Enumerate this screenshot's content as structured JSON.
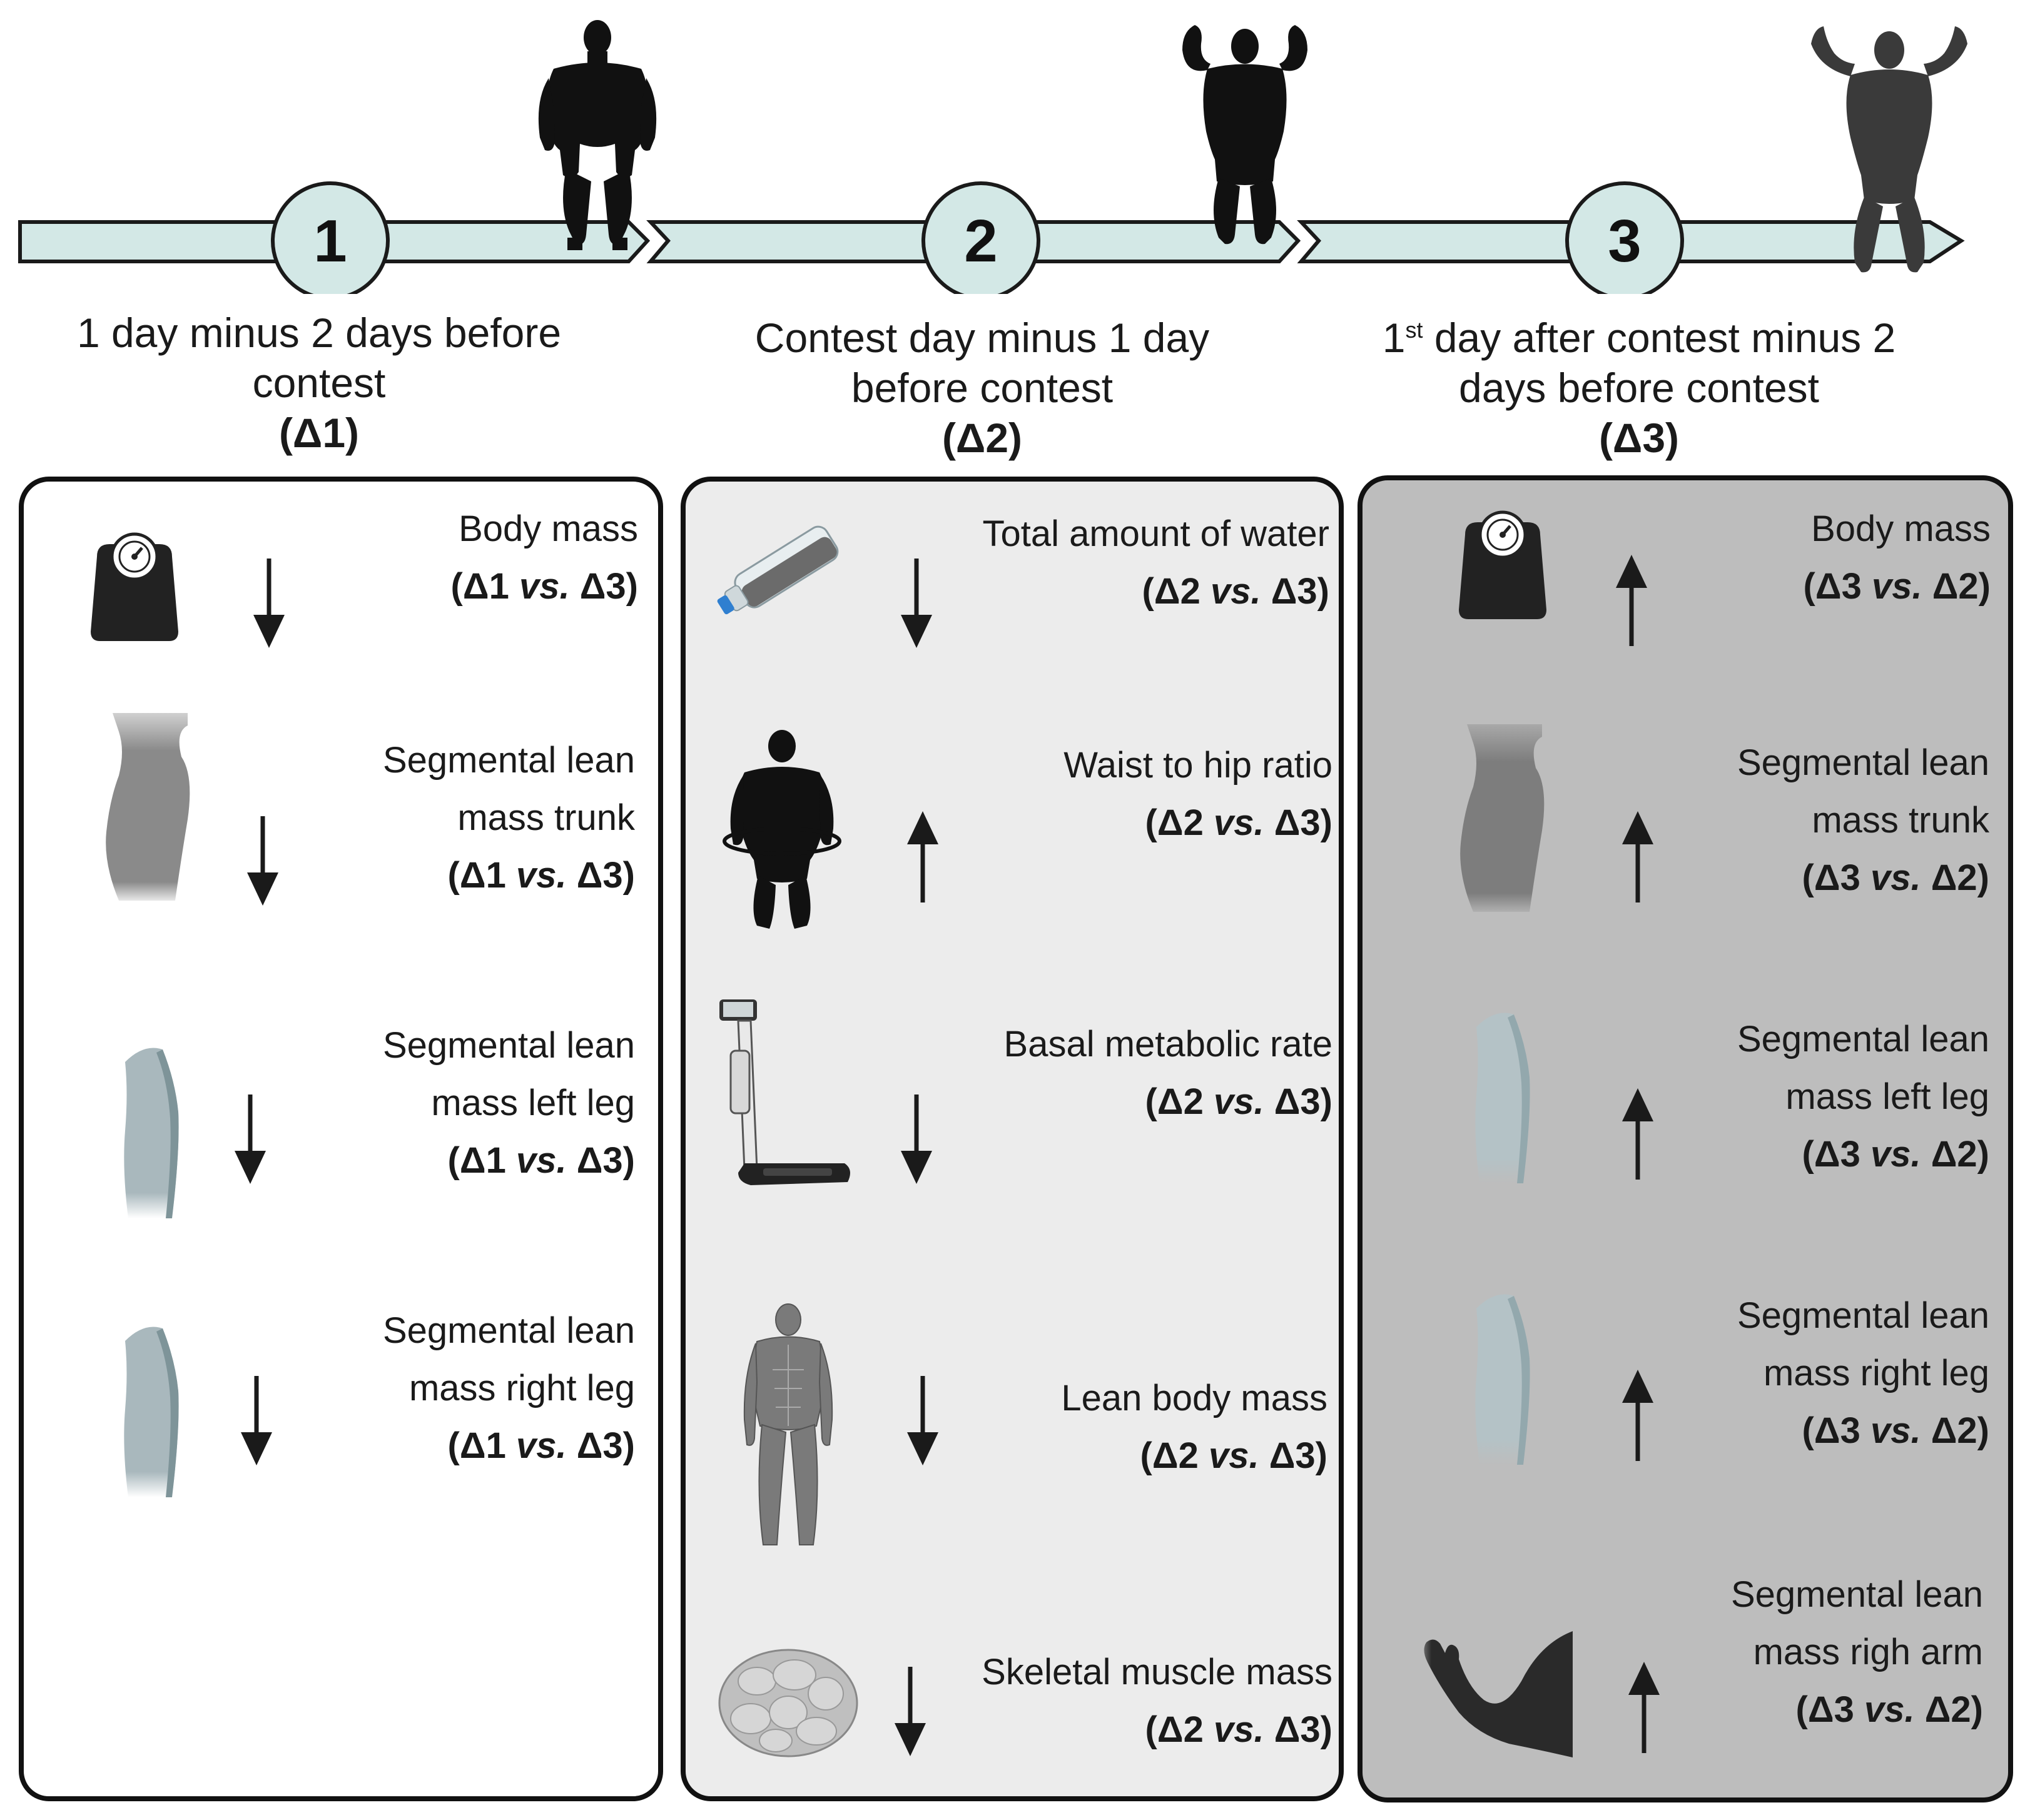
{
  "timeline": {
    "steps": [
      {
        "number": "1",
        "label_line1": "1 day minus 2 days before",
        "label_line2": "contest",
        "delta": "(Δ1)"
      },
      {
        "number": "2",
        "label_line1": "Contest day minus 1 day",
        "label_line2": "before contest",
        "delta": "(Δ2)"
      },
      {
        "number": "3",
        "label_line1_pre": "1",
        "label_line1_sup": "st",
        "label_line1_post": " day after contest minus 2",
        "label_line2": "days before contest",
        "delta": "(Δ3)"
      }
    ]
  },
  "colors": {
    "arrow_fill": "#d3e8e6",
    "panel1_bg": "#ffffff",
    "panel2_bg": "#ececec",
    "panel3_bg": "#bdbdbd",
    "silhouette": "#111111"
  },
  "panels": [
    {
      "items": [
        {
          "line1": "Body mass",
          "line2": "",
          "cmp_a": "Δ1",
          "cmp_vs": "vs.",
          "cmp_b": "Δ3",
          "direction": "down",
          "icon": "scale-icon"
        },
        {
          "line1": "Segmental lean",
          "line2": "mass trunk",
          "cmp_a": "Δ1",
          "cmp_vs": "vs.",
          "cmp_b": "Δ3",
          "direction": "down",
          "icon": "trunk-icon"
        },
        {
          "line1": "Segmental lean",
          "line2": "mass left leg",
          "cmp_a": "Δ1",
          "cmp_vs": "vs.",
          "cmp_b": "Δ3",
          "direction": "down",
          "icon": "leg-icon"
        },
        {
          "line1": "Segmental lean",
          "line2": "mass right leg",
          "cmp_a": "Δ1",
          "cmp_vs": "vs.",
          "cmp_b": "Δ3",
          "direction": "down",
          "icon": "leg-icon"
        }
      ]
    },
    {
      "items": [
        {
          "line1": "Total amount of water",
          "line2": "",
          "cmp_a": "Δ2",
          "cmp_vs": "vs.",
          "cmp_b": "Δ3",
          "direction": "down",
          "icon": "water-bottle-icon"
        },
        {
          "line1": "Waist to hip ratio",
          "line2": "",
          "cmp_a": "Δ2",
          "cmp_vs": "vs.",
          "cmp_b": "Δ3",
          "direction": "up",
          "icon": "hula-hoop-figure-icon"
        },
        {
          "line1": "Basal metabolic rate",
          "line2": "",
          "cmp_a": "Δ2",
          "cmp_vs": "vs.",
          "cmp_b": "Δ3",
          "direction": "down",
          "icon": "body-composition-analyzer-icon"
        },
        {
          "line1": "Lean body mass",
          "line2": "",
          "cmp_a": "Δ2",
          "cmp_vs": "vs.",
          "cmp_b": "Δ3",
          "direction": "down",
          "icon": "muscle-anatomy-icon"
        },
        {
          "line1": "Skeletal muscle mass",
          "line2": "",
          "cmp_a": "Δ2",
          "cmp_vs": "vs.",
          "cmp_b": "Δ3",
          "direction": "down",
          "icon": "muscle-tissue-icon"
        }
      ]
    },
    {
      "items": [
        {
          "line1": "Body mass",
          "line2": "",
          "cmp_a": "Δ3",
          "cmp_vs": "vs.",
          "cmp_b": "Δ2",
          "direction": "up",
          "icon": "scale-icon"
        },
        {
          "line1": "Segmental lean",
          "line2": "mass trunk",
          "cmp_a": "Δ3",
          "cmp_vs": "vs.",
          "cmp_b": "Δ2",
          "direction": "up",
          "icon": "trunk-icon"
        },
        {
          "line1": "Segmental lean",
          "line2": "mass  left leg",
          "cmp_a": "Δ3",
          "cmp_vs": "vs.",
          "cmp_b": "Δ2",
          "direction": "up",
          "icon": "leg-icon"
        },
        {
          "line1": "Segmental lean",
          "line2": "mass  right leg",
          "cmp_a": "Δ3",
          "cmp_vs": "vs.",
          "cmp_b": "Δ2",
          "direction": "up",
          "icon": "leg-icon"
        },
        {
          "line1": "Segmental lean",
          "line2": "mass  righ arm",
          "cmp_a": "Δ3",
          "cmp_vs": "vs.",
          "cmp_b": "Δ2",
          "direction": "up",
          "icon": "flexed-arm-icon"
        }
      ]
    }
  ]
}
